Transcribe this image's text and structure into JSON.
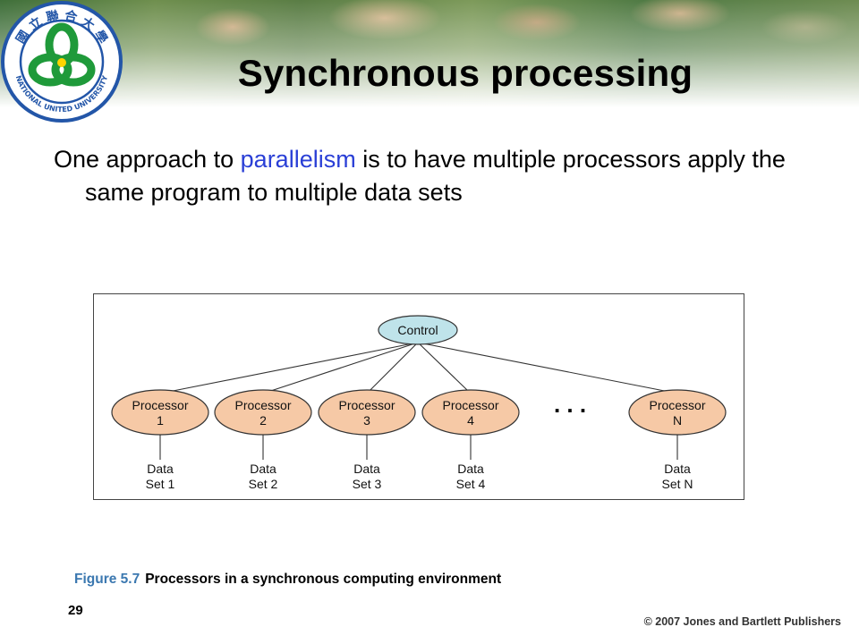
{
  "slide": {
    "title": "Synchronous processing",
    "bullet": {
      "before": "One approach to ",
      "highlight": "parallelism",
      "after": " is to have multiple processors apply the same program to multiple data sets"
    },
    "page_number": "29",
    "copyright": "© 2007 Jones and Bartlett Publishers"
  },
  "logo": {
    "top_text": "國 立 聯 合 大 學",
    "bottom_text": "NATIONAL UNITED UNIVERSITY"
  },
  "figure": {
    "caption_number": "Figure 5.7",
    "caption_text": "Processors in a synchronous computing environment",
    "control_label": "Control",
    "ellipsis": ". . .",
    "processors": [
      {
        "line1": "Processor",
        "line2": "1",
        "data1": "Data",
        "data2": "Set 1"
      },
      {
        "line1": "Processor",
        "line2": "2",
        "data1": "Data",
        "data2": "Set 2"
      },
      {
        "line1": "Processor",
        "line2": "3",
        "data1": "Data",
        "data2": "Set 3"
      },
      {
        "line1": "Processor",
        "line2": "4",
        "data1": "Data",
        "data2": "Set 4"
      },
      {
        "line1": "Processor",
        "line2": "N",
        "data1": "Data",
        "data2": "Set N"
      }
    ]
  },
  "colors": {
    "control_fill": "#bfe3ea",
    "processor_fill": "#f6c9a6",
    "highlight_text": "#2a3fd6",
    "caption_accent": "#3b78b0",
    "logo_green": "#1f9a3a",
    "logo_blue": "#2356a8"
  }
}
